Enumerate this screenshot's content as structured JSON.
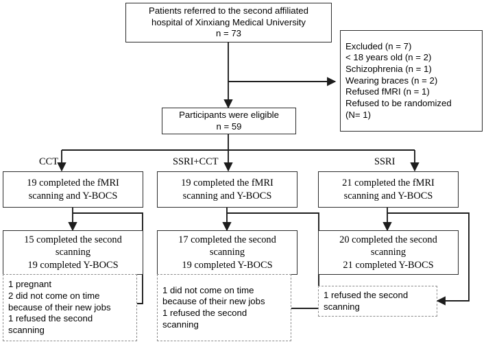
{
  "figure": {
    "type": "flowchart",
    "kind": "CONSORT participant flow diagram"
  },
  "nodes": {
    "enrollment": {
      "lines": [
        "Patients referred to the second affiliated",
        "hospital of Xinxiang Medical University",
        "n = 73"
      ]
    },
    "excluded": {
      "lines": [
        "Excluded (n = 7)",
        "< 18 years old (n = 2)",
        "Schizophrenia (n = 1)",
        "Wearing braces (n = 2)",
        "Refused fMRI (n = 1)",
        "Refused to be randomized",
        "(N= 1)"
      ]
    },
    "eligible": {
      "lines": [
        "Participants were eligible",
        "n = 59"
      ]
    },
    "cct_baseline": {
      "lines": [
        "19 completed the fMRI",
        "scanning and Y-BOCS"
      ]
    },
    "ssri_cct_baseline": {
      "lines": [
        "19 completed the fMRI",
        "scanning and Y-BOCS"
      ]
    },
    "ssri_baseline": {
      "lines": [
        "21 completed the fMRI",
        "scanning and Y-BOCS"
      ]
    },
    "cct_followup": {
      "lines": [
        "15 completed the second",
        "scanning",
        "19 completed Y-BOCS"
      ]
    },
    "ssri_cct_followup": {
      "lines": [
        "17 completed the second",
        "scanning",
        "19 completed Y-BOCS"
      ]
    },
    "ssri_followup": {
      "lines": [
        "20 completed the second",
        "scanning",
        "21 completed Y-BOCS"
      ]
    },
    "cct_dropout": {
      "lines": [
        "1 pregnant",
        "2 did not come on time",
        "because of their new jobs",
        "1 refused the second",
        "scanning"
      ]
    },
    "ssri_cct_dropout": {
      "lines": [
        "1 did not come on time",
        "because of their new jobs",
        "1 refused the second",
        "scanning"
      ]
    },
    "ssri_dropout": {
      "lines": [
        "1 refused the second",
        "scanning"
      ]
    }
  },
  "arm_labels": {
    "cct": "CCT",
    "ssri_cct": "SSRI+CCT",
    "ssri": "SSRI"
  },
  "colors": {
    "stroke": "#2b2b2b",
    "dashed_stroke": "#8a8a8a",
    "background": "#ffffff",
    "text": "#000000"
  }
}
